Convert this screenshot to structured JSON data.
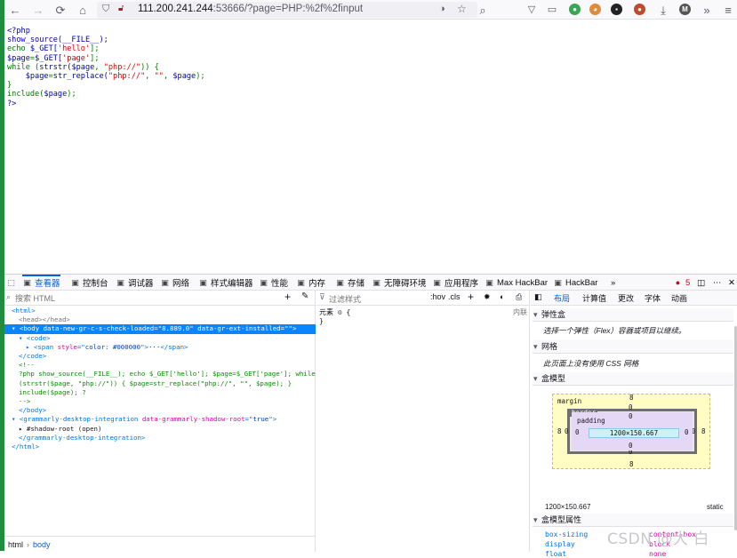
{
  "toolbar": {
    "url_host": "111.200.241.244",
    "url_rest": ":53666/?page=PHP:%2f%2finput",
    "colors": {
      "bar_bg": "#f9f9fb",
      "side_stripe": "#1e8e3e"
    },
    "icons": [
      "back-arrow-icon",
      "forward-arrow-icon",
      "reload-icon",
      "home-icon",
      "shield-icon",
      "lock-slash-icon",
      "translate-icon",
      "bookmark-star-icon",
      "search-icon",
      "pocket-icon",
      "reader-icon",
      "extension-icons",
      "download-icon",
      "account-icon",
      "overflow-icon",
      "menu-icon"
    ],
    "account_initial": "M"
  },
  "page": {
    "source_lines": [
      [
        {
          "t": "<?php",
          "c": "php-tag"
        }
      ],
      [
        {
          "t": "show_source(__FILE__);",
          "c": "php-fn"
        }
      ],
      [
        {
          "t": "echo ",
          "c": "php-kw"
        },
        {
          "t": "$_GET[",
          "c": "php-fn"
        },
        {
          "t": "'hello'",
          "c": "php-str"
        },
        {
          "t": "];",
          "c": "php-kw"
        }
      ],
      [
        {
          "t": "$page",
          "c": "php-fn"
        },
        {
          "t": "=",
          "c": "php-kw"
        },
        {
          "t": "$_GET[",
          "c": "php-fn"
        },
        {
          "t": "'page'",
          "c": "php-str"
        },
        {
          "t": "];",
          "c": "php-kw"
        }
      ],
      [
        {
          "t": "while ",
          "c": "php-kw"
        },
        {
          "t": "(",
          "c": "php-kw"
        },
        {
          "t": "strstr(",
          "c": "php-fn"
        },
        {
          "t": "$page",
          "c": "php-fn"
        },
        {
          "t": ", ",
          "c": "php-kw"
        },
        {
          "t": "\"php://\"",
          "c": "php-str"
        },
        {
          "t": ")) {",
          "c": "php-kw"
        }
      ],
      [
        {
          "t": "    $page",
          "c": "php-fn"
        },
        {
          "t": "=",
          "c": "php-kw"
        },
        {
          "t": "str_replace(",
          "c": "php-fn"
        },
        {
          "t": "\"php://\"",
          "c": "php-str"
        },
        {
          "t": ", ",
          "c": "php-kw"
        },
        {
          "t": "\"\"",
          "c": "php-str"
        },
        {
          "t": ", ",
          "c": "php-kw"
        },
        {
          "t": "$page",
          "c": "php-fn"
        },
        {
          "t": ");",
          "c": "php-kw"
        }
      ],
      [
        {
          "t": "}",
          "c": "php-kw"
        }
      ],
      [
        {
          "t": "include(",
          "c": "php-kw"
        },
        {
          "t": "$page",
          "c": "php-fn"
        },
        {
          "t": ");",
          "c": "php-kw"
        }
      ],
      [
        {
          "t": "?>",
          "c": "php-tag"
        }
      ]
    ]
  },
  "devtools": {
    "tabs": [
      {
        "label": "查看器",
        "icon": "inspector-icon",
        "active": true
      },
      {
        "label": "控制台",
        "icon": "console-icon"
      },
      {
        "label": "调试器",
        "icon": "debugger-icon"
      },
      {
        "label": "网络",
        "icon": "network-icon"
      },
      {
        "label": "样式编辑器",
        "icon": "style-editor-icon"
      },
      {
        "label": "性能",
        "icon": "performance-icon"
      },
      {
        "label": "内存",
        "icon": "memory-icon"
      },
      {
        "label": "存储",
        "icon": "storage-icon"
      },
      {
        "label": "无障碍环境",
        "icon": "accessibility-icon"
      },
      {
        "label": "应用程序",
        "icon": "application-icon"
      },
      {
        "label": "Max HackBar",
        "icon": "max-hackbar-icon"
      },
      {
        "label": "HackBar",
        "icon": "hackbar-icon"
      }
    ],
    "error_count": "5",
    "search_placeholder": "搜索 HTML",
    "markup_lines": [
      {
        "indent": 0,
        "parts": [
          {
            "t": "<html>",
            "c": ""
          }
        ]
      },
      {
        "indent": 1,
        "parts": [
          {
            "t": "<head></head>",
            "c": "tw"
          }
        ]
      },
      {
        "indent": 0,
        "sel": true,
        "parts": [
          {
            "t": "▾ <body ",
            "c": ""
          },
          {
            "t": "data-new-gr-c-s-check-loaded",
            "c": "an"
          },
          {
            "t": "=\"",
            "c": ""
          },
          {
            "t": "8.889.0",
            "c": "av"
          },
          {
            "t": "\" ",
            "c": ""
          },
          {
            "t": "data-gr-ext-installed",
            "c": "an"
          },
          {
            "t": "=\"\">",
            "c": ""
          }
        ]
      },
      {
        "indent": 1,
        "parts": [
          {
            "t": "▾ <code>",
            "c": ""
          }
        ]
      },
      {
        "indent": 2,
        "parts": [
          {
            "t": "▸ <span ",
            "c": ""
          },
          {
            "t": "style",
            "c": "an"
          },
          {
            "t": "=\"",
            "c": ""
          },
          {
            "t": "color: #000000",
            "c": "av"
          },
          {
            "t": "\">",
            "c": ""
          },
          {
            "t": "···",
            "c": "tx"
          },
          {
            "t": "</span>",
            "c": ""
          }
        ]
      },
      {
        "indent": 1,
        "parts": [
          {
            "t": "</code>",
            "c": ""
          }
        ]
      },
      {
        "indent": 1,
        "parts": [
          {
            "t": "<!--",
            "c": "cm"
          }
        ]
      },
      {
        "indent": 1,
        "parts": [
          {
            "t": "?php show_source(__FILE__); echo $_GET['hello']; $page=$_GET['page']; while",
            "c": "cm"
          }
        ]
      },
      {
        "indent": 1,
        "parts": [
          {
            "t": "(strstr($page, \"php://\")) { $page=str_replace(\"php://\", \"\", $page); }",
            "c": "cm"
          }
        ]
      },
      {
        "indent": 1,
        "parts": [
          {
            "t": "include($page); ?",
            "c": "cm"
          }
        ]
      },
      {
        "indent": 1,
        "parts": [
          {
            "t": "-->",
            "c": "cm"
          }
        ]
      },
      {
        "indent": 1,
        "parts": [
          {
            "t": "</body>",
            "c": ""
          }
        ]
      },
      {
        "indent": 0,
        "parts": [
          {
            "t": "▾ <grammarly-desktop-integration ",
            "c": ""
          },
          {
            "t": "data-grammarly-shadow-root",
            "c": "an"
          },
          {
            "t": "=\"",
            "c": ""
          },
          {
            "t": "true",
            "c": "av"
          },
          {
            "t": "\">",
            "c": ""
          }
        ]
      },
      {
        "indent": 1,
        "parts": [
          {
            "t": "▸ #shadow-root (open)",
            "c": "tx"
          }
        ]
      },
      {
        "indent": 1,
        "parts": [
          {
            "t": "</grammarly-desktop-integration>",
            "c": ""
          }
        ]
      },
      {
        "indent": 0,
        "parts": [
          {
            "t": "</html>",
            "c": ""
          }
        ]
      }
    ],
    "breadcrumb": [
      "html",
      "body"
    ],
    "rules": {
      "filter_placeholder": "过滤样式",
      "hov": ":hov",
      "cls": ".cls",
      "element_label": "元素",
      "inline_label": "内联",
      "open_brace": "{",
      "close_brace": "}"
    },
    "layout": {
      "tabs": [
        "布局",
        "计算值",
        "更改",
        "字体",
        "动画"
      ],
      "active_tab": "布局",
      "flex_title": "弹性盒",
      "flex_note": "选择一个弹性（Flex）容器或项目以继续。",
      "grid_title": "网格",
      "grid_note": "此页面上没有使用 CSS 网格",
      "box_title": "盒模型",
      "box": {
        "margin_label": "margin",
        "border_label": "border",
        "padding_label": "padding",
        "content": "1200×150.667",
        "margin_top": "8",
        "margin_right": "8",
        "margin_bottom": "8",
        "margin_left": "8",
        "border_top": "0",
        "border_right": "0",
        "border_bottom": "0",
        "border_left": "0",
        "padding_top": "0",
        "padding_right": "0",
        "padding_bottom": "0",
        "padding_left": "0"
      },
      "dims": "1200×150.667",
      "position": "static",
      "props_title": "盒模型属性",
      "props": [
        {
          "name": "box-sizing",
          "value": "content-box"
        },
        {
          "name": "display",
          "value": "block"
        },
        {
          "name": "float",
          "value": "none"
        }
      ]
    }
  },
  "watermark": "CSDN @大  白"
}
